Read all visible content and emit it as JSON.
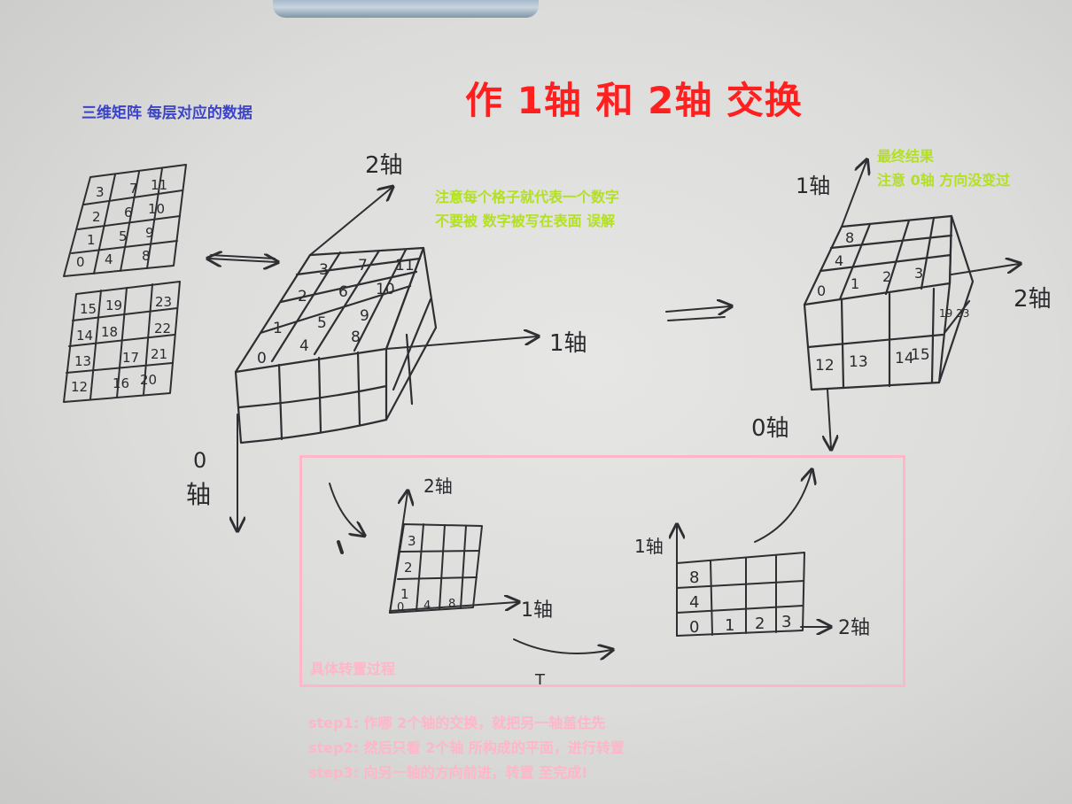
{
  "annotations": {
    "title": "作 1轴 和 2轴 交换",
    "left_label": "三维矩阵 每层对应的数据",
    "center_note_line1": "注意每个格子就代表一个数字",
    "center_note_line2": "不要被 数字被写在表面 误解",
    "right_note_line1": "最终结果",
    "right_note_line2": "注意 0轴 方向没变过",
    "pink_label": "具体转置过程",
    "step1": "step1: 作哪 2个轴的交换，就把另一轴盖住先",
    "step2": "step2: 然后只看 2个轴 所构成的平面，进行转置",
    "step3": "step3: 向另一轴的方向前进，转置 至完成!"
  },
  "colors": {
    "title": "#ff1f1f",
    "left_label": "#3b44c8",
    "notes": "#b3e022",
    "pink": "#ffb6c8",
    "ink": "#2f2f33"
  },
  "handwriting": {
    "axis_labels": {
      "center_axis2": "2轴",
      "center_axis1": "1轴",
      "center_axis0_num": "0",
      "center_axis0_char": "轴",
      "right_axis1": "1轴",
      "right_axis2": "2轴",
      "right_axis0": "0轴",
      "small_left_axis2": "2轴",
      "small_left_axis1": "1轴",
      "small_right_axis1": "1轴",
      "small_right_axis2": "2轴",
      "transpose_t": "T"
    },
    "layer_top": [
      [
        "3",
        "7",
        "11"
      ],
      [
        "2",
        "6",
        "10"
      ],
      [
        "1",
        "5",
        "9"
      ],
      [
        "0",
        "4",
        "8"
      ]
    ],
    "layer_bottom": [
      [
        "15",
        "19",
        "23"
      ],
      [
        "14",
        "18",
        "22"
      ],
      [
        "13",
        "17",
        "21"
      ],
      [
        "12",
        "16",
        "20"
      ]
    ],
    "cube_top": [
      [
        "3",
        "7",
        "11"
      ],
      [
        "2",
        "6",
        "10"
      ],
      [
        "1",
        "5",
        "9"
      ],
      [
        "0",
        "4",
        "8"
      ]
    ],
    "result_top": [
      [
        "8",
        "",
        ""
      ],
      [
        "4",
        "",
        ""
      ],
      [
        "0",
        "1",
        "2",
        "3"
      ]
    ],
    "result_front": [
      "12",
      "13",
      "14",
      "15"
    ],
    "result_side": "19 23",
    "plane_left": [
      [
        "3"
      ],
      [
        "2"
      ],
      [
        "1"
      ],
      [
        "0",
        "4",
        "8"
      ]
    ],
    "plane_right": [
      [
        "8"
      ],
      [
        "4"
      ],
      [
        "0",
        "1",
        "2",
        "3"
      ]
    ]
  }
}
